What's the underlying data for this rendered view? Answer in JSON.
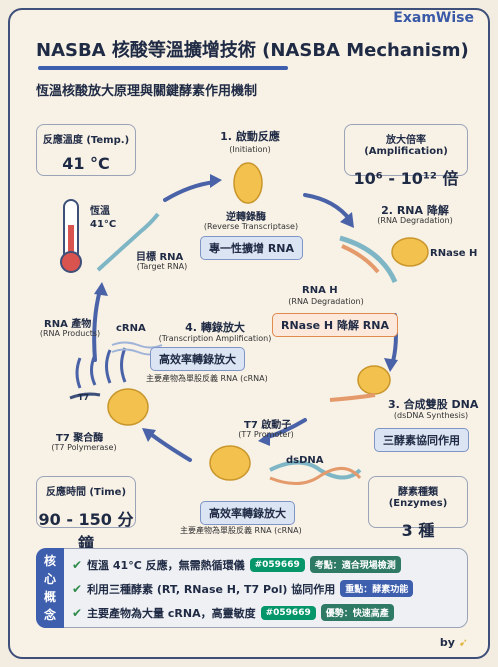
{
  "brand": "ExamWise",
  "title": "NASBA 核酸等溫擴增技術 (NASBA Mechanism)",
  "subtitle": "恆溫核酸放大原理與關鍵酵素作用機制",
  "info": {
    "temp": {
      "label": "反應溫度 (Temp.)",
      "value": "41 °C"
    },
    "amp": {
      "label": "放大倍率 (Amplification)",
      "value": "10⁶ - 10¹² 倍"
    },
    "time": {
      "label": "反應時間 (Time)",
      "value": "90 - 150 分鐘"
    },
    "enzymes": {
      "label": "酵素種類 (Enzymes)",
      "value": "3 種"
    }
  },
  "thermo_label": "恆溫\n41°C",
  "steps": {
    "s1": {
      "title": "1. 啟動反應",
      "sub": "(Initiation)",
      "enzyme": "逆轉錄酶",
      "enzyme_en": "(Reverse Transcriptase)",
      "tag": "專一性擴增 RNA"
    },
    "s2": {
      "title": "2. RNA 降解",
      "sub": "(RNA Degradation)",
      "enzyme": "RNase H",
      "mid_label": "RNA H",
      "mid_sub": "(RNA Degradation)",
      "tag": "RNase H 降解 RNA"
    },
    "s3": {
      "title": "3. 合成雙股 DNA",
      "sub": "(dsDNA Synthesis)",
      "tag": "三酵素協同作用",
      "promoter": "T7 啟動子",
      "promoter_en": "(T7 Promoter)",
      "dsdna": "dsDNA",
      "tag2": "高效率轉錄放大",
      "note2": "主要產物為單股反義 RNA (cRNA)"
    },
    "s4": {
      "title": "4. 轉錄放大",
      "sub": "(Transcription Amplification)",
      "tag": "高效率轉錄放大",
      "note": "主要產物為單股反義 RNA (cRNA)",
      "crna": "cRNA",
      "products": "RNA 產物",
      "products_en": "(RNA Products)",
      "t7": "T7 聚合酶",
      "t7_en": "(T7 Polymerase)",
      "t7_mark": "T7"
    },
    "target": {
      "label": "目標 RNA",
      "en": "(Target RNA)"
    }
  },
  "core": {
    "side": [
      "核",
      "心",
      "概",
      "念"
    ],
    "rows": [
      {
        "text": "恆溫 41°C 反應，無需熱循環儀",
        "pill1": "#059669",
        "pill2": "考點：適合現場檢測"
      },
      {
        "text": "利用三種酵素 (RT, RNase H, T7 Pol) 協同作用",
        "pill2": "重點：酵素功能"
      },
      {
        "text": "主要產物為大量 cRNA，高靈敏度",
        "pill1": "#059669",
        "pill2": "優勢：快速高產"
      }
    ]
  },
  "by": "by"
}
